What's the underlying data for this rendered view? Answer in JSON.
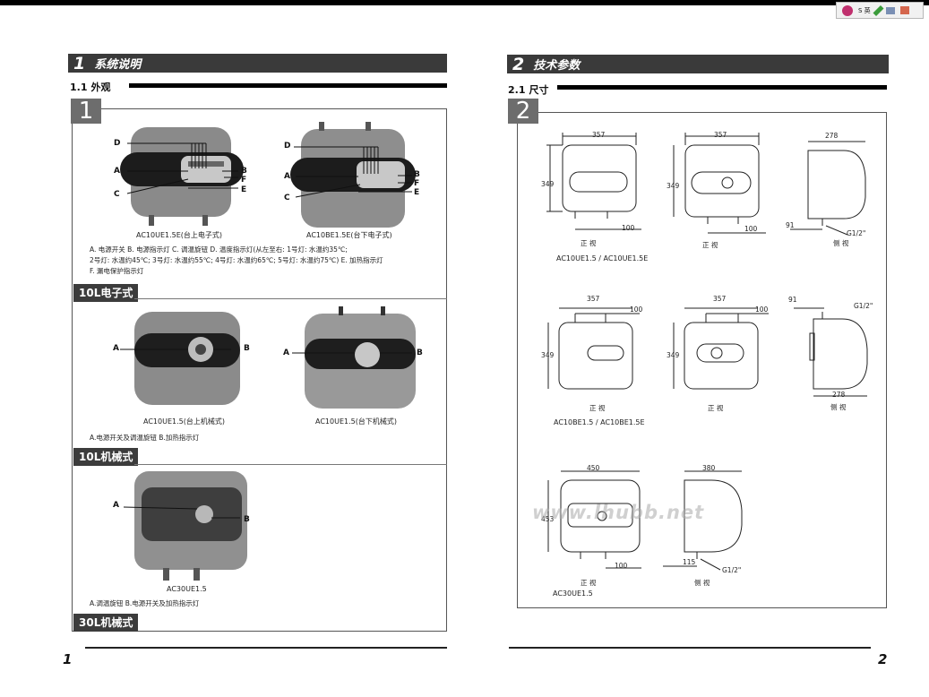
{
  "toolbar_icons": [
    "pin-icon",
    "pen-icon",
    "bookmark-icon",
    "note-icon"
  ],
  "toolbar_text": "S 英",
  "left": {
    "section": {
      "num": "1",
      "title": "系统说明"
    },
    "sub": {
      "num": "1.1",
      "title": "外观"
    },
    "box_num": "1",
    "row1": {
      "caption_a": "AC10UE1.5E(台上电子式)",
      "caption_b": "AC10BE1.5E(台下电子式)",
      "legend1": "A. 电源开关  B. 电源指示灯  C. 调温旋钮  D. 温度指示灯(从左至右: 1号灯: 水温约35℃;",
      "legend2": "2号灯: 水温约45℃; 3号灯: 水温约55℃; 4号灯: 水温约65℃; 5号灯: 水温约75℃)  E. 加热指示灯",
      "legend3": "F. 漏电保护指示灯",
      "category": "10L电子式"
    },
    "row2": {
      "caption_a": "AC10UE1.5(台上机械式)",
      "caption_b": "AC10UE1.5(台下机械式)",
      "legend": "A.电源开关及调温旋钮  B.加热指示灯",
      "category": "10L机械式"
    },
    "row3": {
      "caption": "AC30UE1.5",
      "legend": "A.调温旋钮  B.电源开关及加热指示灯",
      "category": "30L机械式"
    },
    "labels": {
      "A": "A",
      "B": "B",
      "C": "C",
      "D": "D",
      "E": "E",
      "F": "F"
    },
    "page": "1"
  },
  "right": {
    "section": {
      "num": "2",
      "title": "技术参数"
    },
    "sub": {
      "num": "2.1",
      "title": "尺寸"
    },
    "box_num": "2",
    "row1": {
      "w1": "357",
      "h1": "349",
      "d1": "100",
      "w2": "357",
      "d2": "100",
      "w3": "278",
      "side_off": "91",
      "pipe": "G1/2\"",
      "front": "正 视",
      "front2": "正 视",
      "side": "侧 视",
      "models": "AC10UE1.5 / AC10UE1.5E"
    },
    "row2": {
      "w1": "357",
      "h1": "349",
      "d1": "100",
      "w2": "357",
      "h2": "349",
      "d2": "100",
      "side_off": "91",
      "pipe": "G1/2\"",
      "w3": "278",
      "front": "正 视",
      "front2": "正 视",
      "side": "侧 视",
      "models": "AC10BE1.5 / AC10BE1.5E"
    },
    "row3": {
      "w1": "450",
      "h1": "453",
      "d1": "100",
      "w2": "380",
      "side_off": "115",
      "pipe": "G1/2\"",
      "front": "正 视",
      "side": "侧 视",
      "models": "AC30UE1.5"
    },
    "watermark": "www.lhubb.net",
    "page": "2"
  }
}
